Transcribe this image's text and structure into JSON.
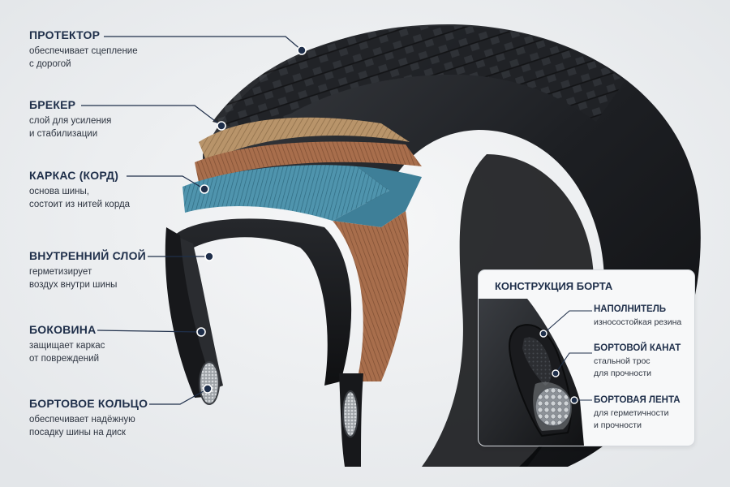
{
  "labels": {
    "tread": {
      "title": "ПРОТЕКТОР",
      "desc1": "обеспечивает сцепление",
      "desc2": "с дорогой"
    },
    "breaker": {
      "title": "БРЕКЕР",
      "desc1": "слой для усиления",
      "desc2": "и стабилизации"
    },
    "carcass": {
      "title": "КАРКАС (КОРД)",
      "desc1": "основа шины,",
      "desc2": "состоит из нитей корда"
    },
    "inner_liner": {
      "title": "ВНУТРЕННИЙ СЛОЙ",
      "desc1": "герметизирует",
      "desc2": "воздух внутри шины"
    },
    "sidewall": {
      "title": "БОКОВИНА",
      "desc1": "защищает каркас",
      "desc2": "от повреждений"
    },
    "bead_ring": {
      "title": "БОРТОВОЕ КОЛЬЦО",
      "desc1": "обеспечивает надёжную",
      "desc2": "посадку шины на диск"
    }
  },
  "inset": {
    "title": "КОНСТРУКЦИЯ БОРТА",
    "filler": {
      "title": "НАПОЛНИТЕЛЬ",
      "desc1": "износостойкая резина"
    },
    "bead_wire": {
      "title": "БОРТОВОЙ КАНАТ",
      "desc1": "стальной трос",
      "desc2": "для прочности"
    },
    "bead_tape": {
      "title": "БОРТОВАЯ ЛЕНТА",
      "desc1": "для герметичности",
      "desc2": "и прочности"
    }
  },
  "colors": {
    "title_text": "#1f2f4a",
    "body_text": "#2d3440",
    "background": "#eef0f2",
    "breaker_layer": "#b8946a",
    "carcass_layer": "#4f94ad",
    "copper_layer": "#a86e4c",
    "rubber": "#1c1e21"
  }
}
